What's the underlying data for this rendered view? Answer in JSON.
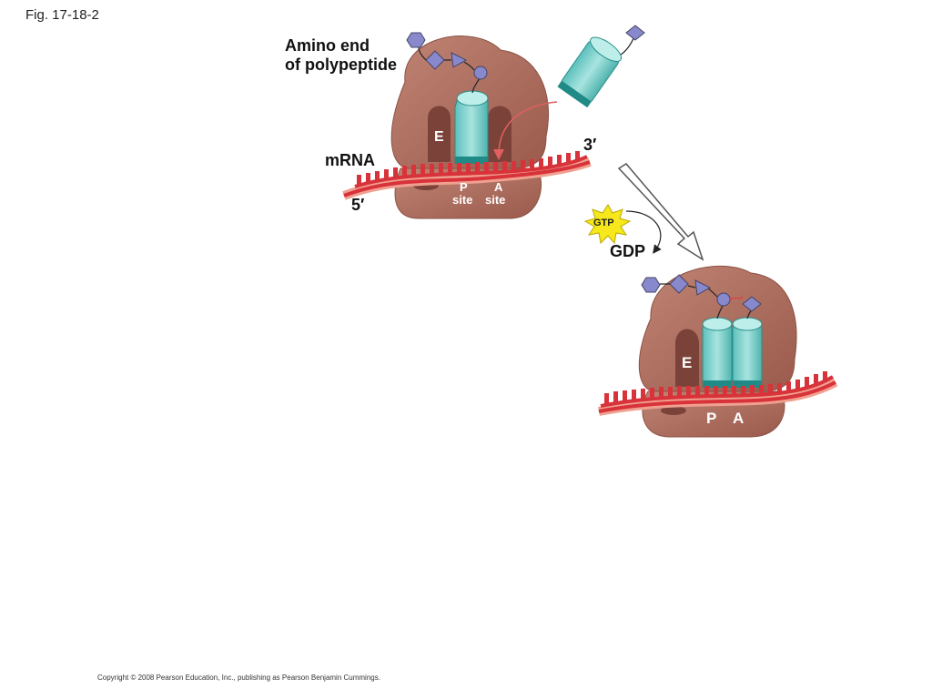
{
  "figure_label": "Fig. 17-18-2",
  "copyright": "Copyright © 2008 Pearson Education, Inc., publishing as Pearson Benjamin Cummings.",
  "labels": {
    "amino_end_1": "Amino end",
    "amino_end_2": "of polypeptide",
    "mrna": "mRNA",
    "five_prime": "5′",
    "three_prime": "3′",
    "e_site": "E",
    "p_site_1": "P",
    "p_site_2": "site",
    "a_site_1": "A",
    "a_site_2": "site",
    "gtp": "GTP",
    "gdp": "GDP",
    "e_site_2": "E",
    "p_2": "P",
    "a_2": "A"
  },
  "colors": {
    "ribosome": "#a86a5c",
    "ribosome_dark": "#7a4238",
    "trna": "#7fd0cc",
    "trna_dark": "#2a9e9a",
    "mrna": "#d8323a",
    "amino_acid": "#8888cc",
    "gtp_star": "#f6e81a"
  }
}
